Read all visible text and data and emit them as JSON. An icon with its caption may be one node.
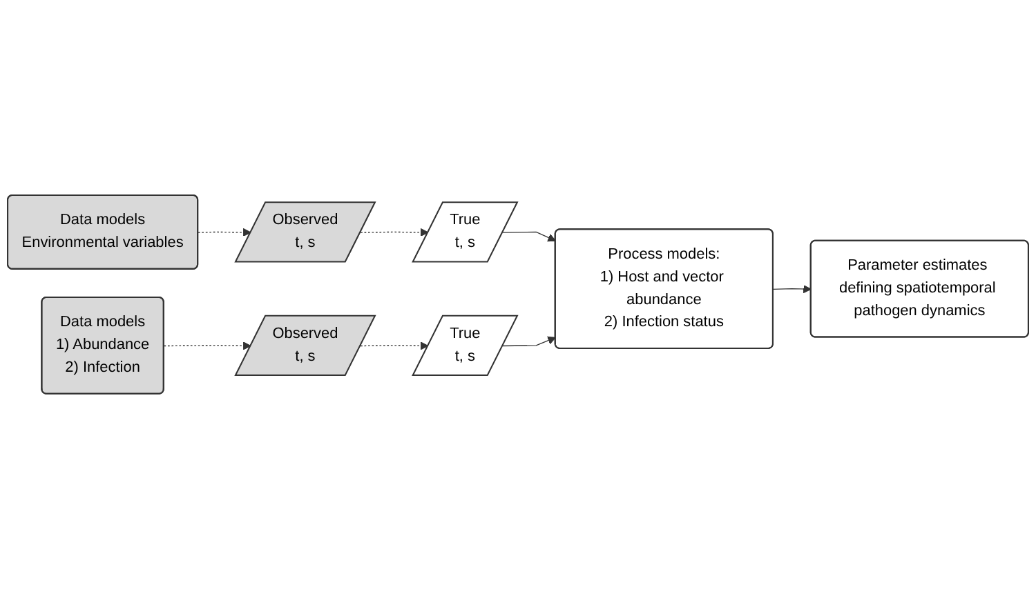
{
  "diagram": {
    "nodes": [
      {
        "text": [
          "Data models",
          "Environmental variables"
        ]
      },
      {
        "text": [
          "Observed",
          "t, s"
        ]
      },
      {
        "text": [
          "True",
          "t, s"
        ]
      },
      {
        "text": [
          "Process models:",
          "1) Host and vector abundance",
          "2) Infection status"
        ]
      },
      {
        "text": [
          "Parameter estimates defining spatiotemporal pathogen dynamics"
        ]
      },
      {
        "text": [
          "True",
          "t, s"
        ]
      },
      {
        "text": [
          "Observed",
          "t, s"
        ]
      },
      {
        "text": [
          "Data models",
          "1) Abundance",
          "2) Infection"
        ]
      }
    ],
    "edges": [
      {
        "from": 0,
        "to": 1,
        "arrow": "to",
        "style": "dashed"
      },
      {
        "from": 1,
        "to": 2,
        "arrow": "to",
        "style": "dashed"
      },
      {
        "from": 2,
        "to": 3,
        "arrow": "to"
      },
      {
        "from": 3,
        "to": 4,
        "arrow": "to"
      },
      {
        "from": 5,
        "to": 3,
        "arrow": "to"
      },
      {
        "from": 6,
        "to": 5,
        "arrow": "to",
        "style": "dashed"
      },
      {
        "from": 7,
        "to": 6,
        "arrow": "to",
        "style": "dashed"
      }
    ]
  }
}
